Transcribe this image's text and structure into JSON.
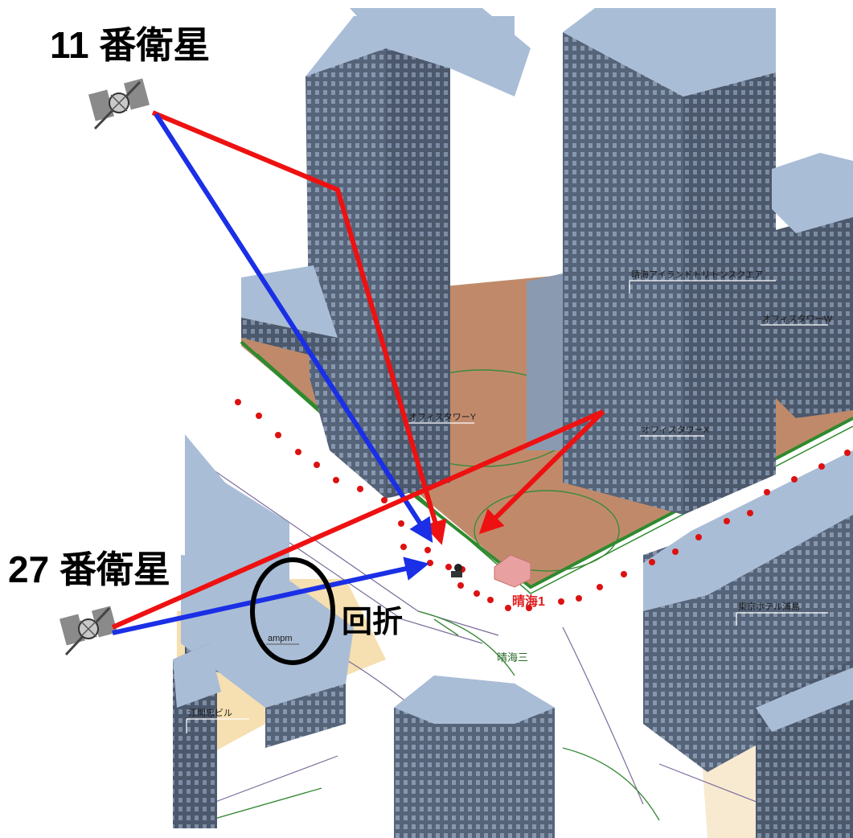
{
  "satellite_11": {
    "label": "11 番衛星"
  },
  "satellite_27": {
    "label": "27 番衛星"
  },
  "reflection_note": "回折",
  "map_labels": {
    "harumi_island_triton": "晴海アイランドトリトンスクエア",
    "office_tower_w": "オフィスタワーW",
    "office_tower_y": "オフィスタワーY",
    "office_tower_x": "オフィスタワーX",
    "tokyo_hotel_urashima": "東京ホテル浦島",
    "ampm": "ampm",
    "ema_chu_building": "江間忠ビル",
    "harumi_3": "晴海三",
    "harumi_1": "晴海1"
  },
  "colors": {
    "direct_path": "#1a2fe6",
    "reflected_path": "#ee1111",
    "building_roof": "#a9bdd6",
    "building_wall": "#5d6b80",
    "plaza": "#c08a6a",
    "marker": "#dd1111"
  }
}
